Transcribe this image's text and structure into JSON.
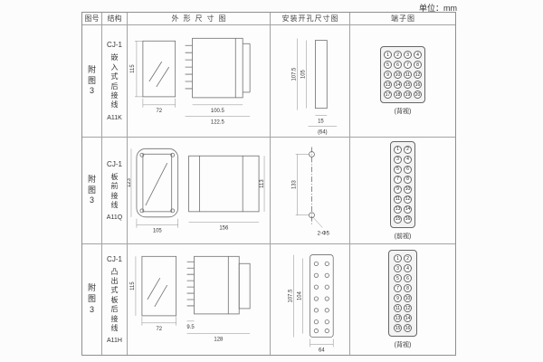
{
  "unit": "单位：mm",
  "header": {
    "figure": "图号",
    "structure": "结构",
    "outline": "外形尺寸图",
    "mounting": "安装开孔尺寸图",
    "terminal": "端子图"
  },
  "rows": [
    {
      "figure": "附图3",
      "model": "CJ-1",
      "structure": "嵌入式后接线",
      "code": "A11K",
      "outline_dims": {
        "front_h": "115",
        "front_w": "72",
        "body_l": "100.5",
        "total_l": "122.5"
      },
      "mount_dims": {
        "h1": "107.5",
        "h2": "105",
        "w1": "15",
        "w2": "(64)"
      },
      "terminal": {
        "label": "(背视)",
        "numbers": [
          [
            1,
            2,
            3,
            4
          ],
          [
            5,
            6,
            7,
            8
          ],
          [
            9,
            10,
            11,
            12
          ],
          [
            13,
            14,
            15,
            16
          ],
          [
            17,
            18,
            19,
            20
          ]
        ]
      }
    },
    {
      "figure": "附图3",
      "model": "CJ-1",
      "structure": "板前接线",
      "code": "A11Q",
      "outline_dims": {
        "front_h": "123",
        "front_w": "105",
        "side_l": "156",
        "side_h": "113"
      },
      "mount_dims": {
        "h1": "133",
        "holes": "2-Φ5"
      },
      "terminal": {
        "label": "(前视)",
        "numbers": [
          [
            1,
            2
          ],
          [
            3,
            4
          ],
          [
            5,
            6
          ],
          [
            7,
            8
          ],
          [
            9,
            10
          ],
          [
            11,
            12
          ],
          [
            13,
            14
          ],
          [
            15,
            16
          ]
        ]
      }
    },
    {
      "figure": "附图3",
      "model": "CJ-1",
      "structure": "凸出式板后接线",
      "code": "A11H",
      "outline_dims": {
        "front_h": "115",
        "front_w": "72",
        "pin_l": "9.5",
        "total_l": "128"
      },
      "mount_dims": {
        "h1": "107.5",
        "h2": "104",
        "w1": "64"
      },
      "terminal": {
        "label": "(背视)",
        "numbers": [
          [
            1,
            2
          ],
          [
            3,
            4
          ],
          [
            5,
            6
          ],
          [
            7,
            8
          ],
          [
            9,
            10
          ],
          [
            11,
            12
          ],
          [
            13,
            14
          ],
          [
            15,
            16
          ]
        ]
      }
    }
  ]
}
